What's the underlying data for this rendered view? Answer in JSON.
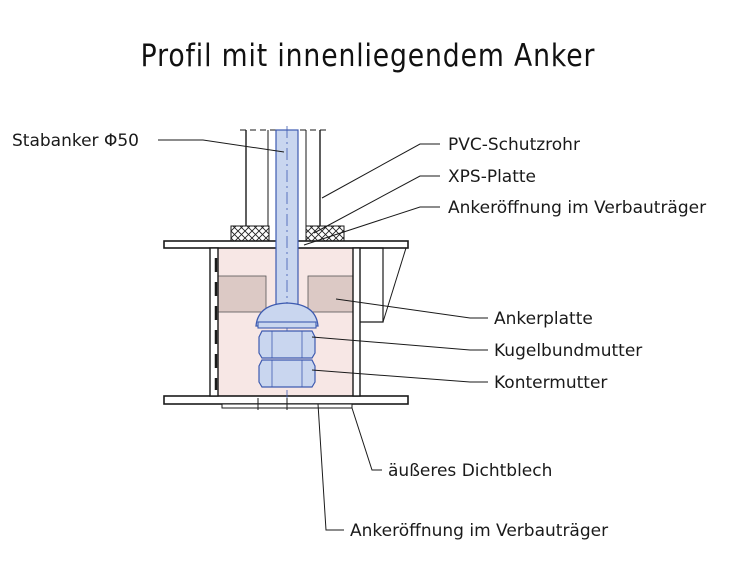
{
  "title": "Profil mit  innenliegendem  Anker",
  "labels": {
    "stabanker": "Stabanker Φ50",
    "pvc_schutzrohr": "PVC-Schutzrohr",
    "xps_platte": "XPS-Platte",
    "ankeroeffnung_top": "Ankeröffnung im Verbauträger",
    "ankerplatte": "Ankerplatte",
    "kugelbundmutter": "Kugelbundmutter",
    "kontermutter": "Kontermutter",
    "dichtblech": "äußeres Dichtblech",
    "ankeroeffnung_bottom": "Ankeröffnung im Verbauträger"
  },
  "colors": {
    "steel_fill": "#f7e7e5",
    "plate_fill": "#dcc9c5",
    "anchor_fill": "#c9d6ef",
    "anchor_stroke": "#3e5bb0",
    "xps_fill": "#f2f2f2",
    "line": "#1a1a1a"
  }
}
